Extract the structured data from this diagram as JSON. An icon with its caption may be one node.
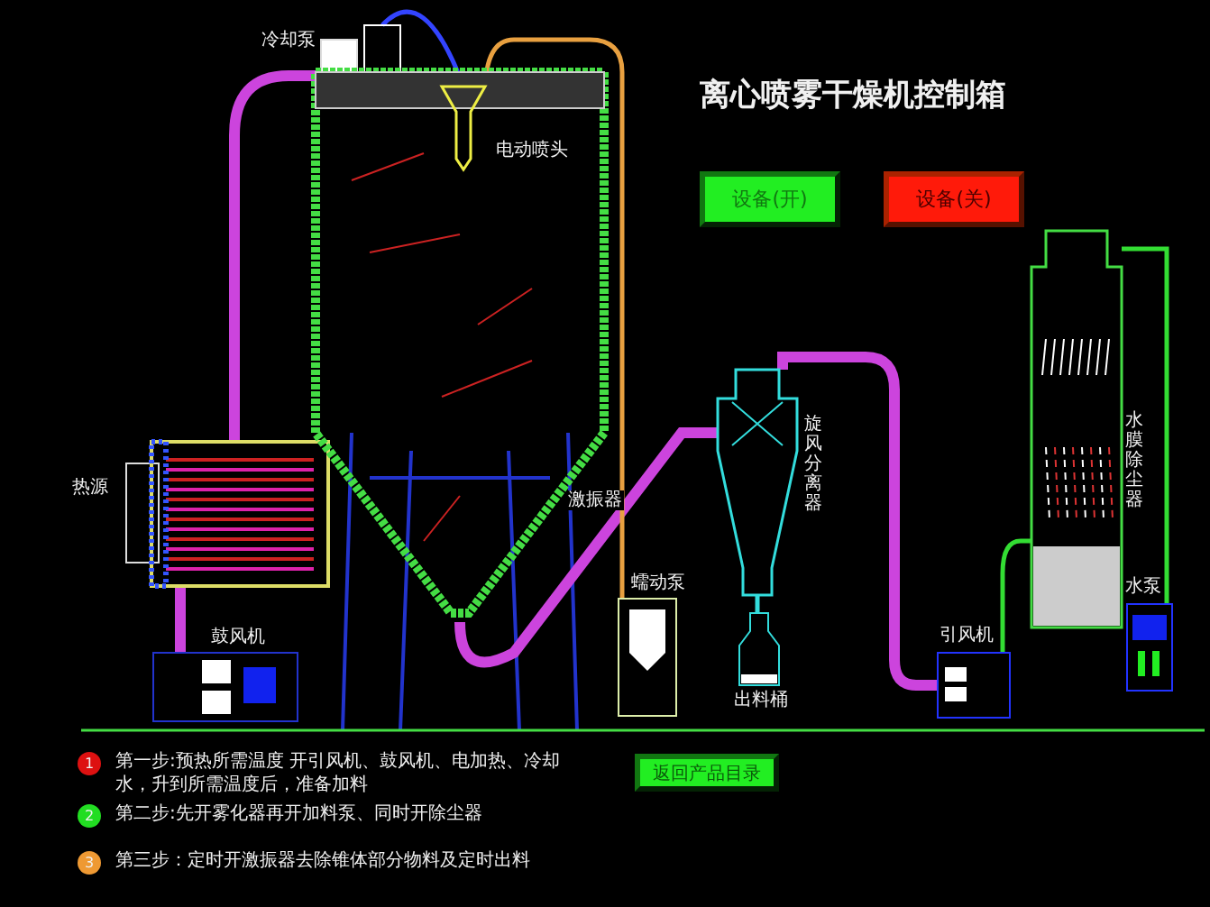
{
  "diagram": {
    "title": "离心喷雾干燥机控制箱",
    "nodes": [
      {
        "text": [],
        "shape": "picture",
        "beside": [
          "热源"
        ]
      },
      {
        "text": [],
        "shape": "picture",
        "beside": [
          "鼓风机"
        ]
      },
      {
        "text": [],
        "shape": "picture",
        "beside": [
          "冷却泵"
        ]
      },
      {
        "text": [],
        "shape": "picture"
      },
      {
        "text": [],
        "shape": "picture",
        "beside": [
          "电动喷头"
        ],
        "in": 3
      },
      {
        "text": [],
        "shape": "picture",
        "beside": [
          "蠕动泵"
        ]
      },
      {
        "text": [],
        "shape": "picture",
        "beside": [
          "旋风分离器"
        ]
      },
      {
        "text": [],
        "shape": "picture",
        "beside": [
          "出料桶"
        ]
      },
      {
        "text": [],
        "shape": "picture",
        "beside": [
          "引风机"
        ]
      },
      {
        "text": [],
        "shape": "picture",
        "beside": [
          "水膜除尘器"
        ]
      },
      {
        "text": [],
        "shape": "picture",
        "beside": [
          "水泵"
        ]
      },
      {
        "text": [
          "设备(开)"
        ]
      },
      {
        "text": [
          "设备(关)"
        ]
      },
      {
        "text": [
          "返回产品目录"
        ]
      }
    ],
    "edges": [
      {
        "from": 1,
        "to": 0,
        "arrow": "none",
        "style": "thick"
      },
      {
        "from": 0,
        "to": 3,
        "arrow": "none",
        "style": "thick"
      },
      {
        "from": 3,
        "to": 6,
        "arrow": "none",
        "style": "thick"
      },
      {
        "from": 6,
        "to": 8,
        "arrow": "none",
        "style": "thick"
      },
      {
        "from": 8,
        "to": 9,
        "arrow": "none",
        "color": "#33dd33"
      },
      {
        "from": 10,
        "to": 9,
        "arrow": "none",
        "color": "#33dd33"
      },
      {
        "from": 5,
        "to": 4,
        "arrow": "none",
        "color": "#e8a040"
      },
      {
        "from": 2,
        "to": 4,
        "arrow": "none",
        "color": "#3344ff"
      },
      {
        "from": 6,
        "to": 7,
        "arrow": "none",
        "color": "#33dddd"
      }
    ],
    "labels": [
      "激振器",
      "1",
      "第一步:预热所需温度 开引风机、鼓风机、电加热、冷却水，升到所需温度后，准备加料",
      "2",
      "第二步:先开雾化器再开加料泵、同时开除尘器",
      "3",
      "第三步：定时开激振器去除锥体部分物料及定时出料"
    ]
  }
}
